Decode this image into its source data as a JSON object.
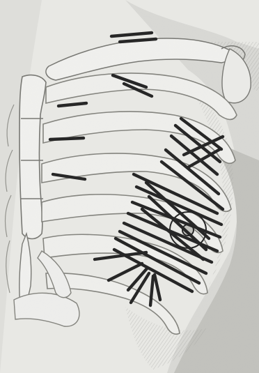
{
  "figure": {
    "kind": "anatomical-engraving",
    "subject": "left-chest-ribcage-with-marked-needle-lines",
    "stroke_color": "#151515",
    "paper_color": "#f4f4f2",
    "shading_color": "#cfcfcb",
    "bone_color": "#ededea",
    "needle_line_count": 31
  }
}
